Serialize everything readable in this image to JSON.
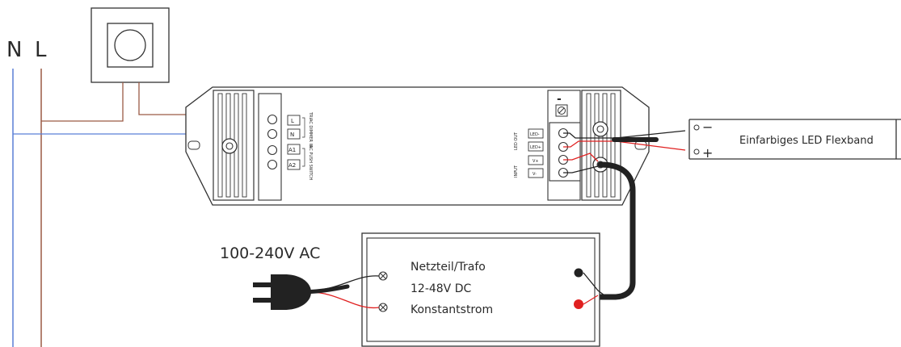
{
  "mains": {
    "neutral": "N",
    "live": "L"
  },
  "controller_terminals": {
    "l": "L",
    "n": "N",
    "a1": "A1",
    "a2": "A2"
  },
  "controller_small_text": {
    "triac": "TRIAC DIMMER IN",
    "ac_push": "AC PUSH SWITCH",
    "led_out": "LED OUT",
    "input": "INPUT"
  },
  "output_terminals": {
    "led_minus": "LED-",
    "led_plus": "LED+",
    "v_plus": "V+",
    "v_minus": "V-"
  },
  "output_minus_mark": "-",
  "led_strip": {
    "label": "Einfarbiges LED Flexband",
    "minus": "−",
    "plus": "+"
  },
  "psu": {
    "ac_label": "100-240V AC",
    "name": "Netzteil/Trafo",
    "voltage": "12-48V DC",
    "mode": "Konstantstrom"
  },
  "colors": {
    "neutral_wire": "#5a7fd6",
    "live_wire": "#9a5a45",
    "red_wire": "#e02020",
    "black_wire": "#222222",
    "outline": "#333333"
  }
}
